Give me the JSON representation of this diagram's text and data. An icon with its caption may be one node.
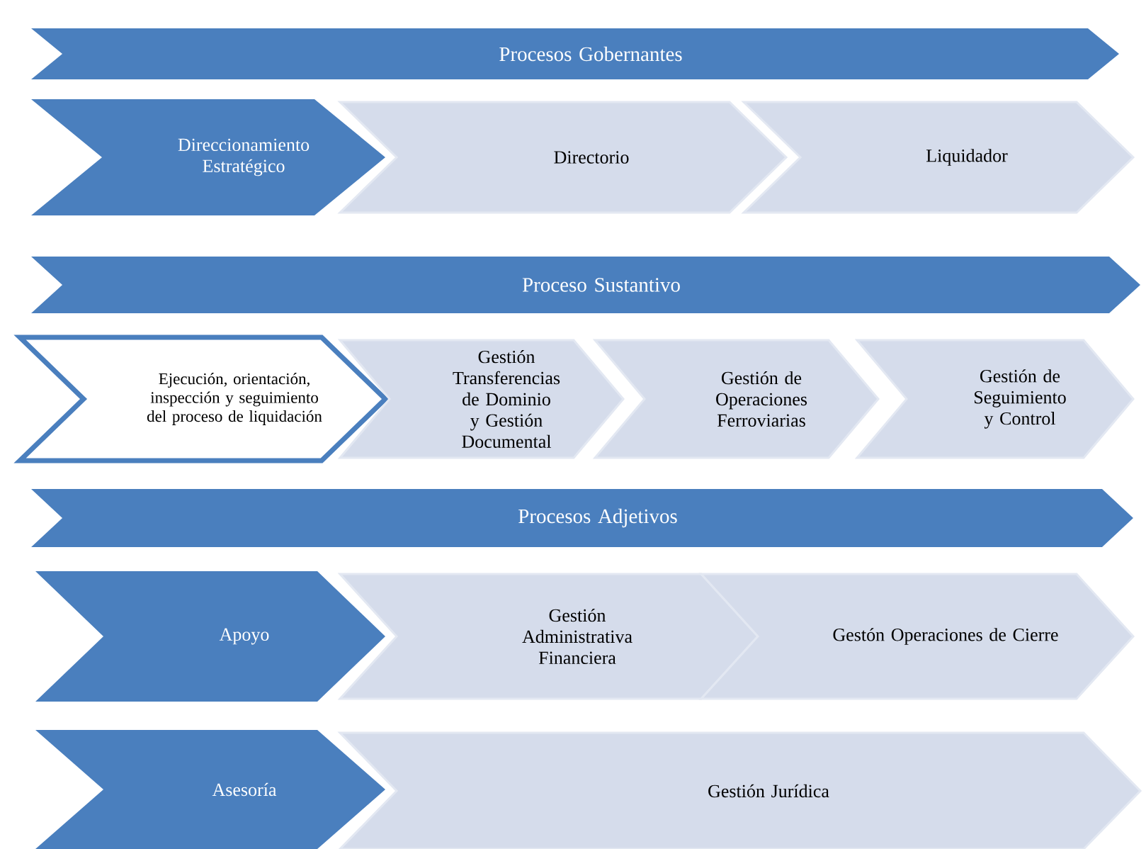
{
  "diagram": {
    "nodes": [
      {
        "text": [
          "Procesos Gobernantes"
        ]
      },
      {
        "text": [
          "Direccionamiento Estratégico"
        ]
      },
      {
        "text": [
          "Directorio"
        ]
      },
      {
        "text": [
          "Liquidador"
        ]
      },
      {
        "text": [
          "Proceso Sustantivo"
        ]
      },
      {
        "text": [
          "Ejecución, orientación, inspección y seguimiento del proceso de liquidación"
        ]
      },
      {
        "text": [
          "Gestión Transferencias de Dominio y Gestión Documental"
        ]
      },
      {
        "text": [
          "Gestión de Operaciones Ferroviarias"
        ]
      },
      {
        "text": [
          "Gestión de Seguimiento y Control"
        ]
      },
      {
        "text": [
          "Procesos Adjetivos"
        ]
      },
      {
        "text": [
          "Apoyo"
        ]
      },
      {
        "text": [
          "Gestión Administrativa Financiera"
        ]
      },
      {
        "text": [
          "Gestón Operaciones de Cierre"
        ]
      },
      {
        "text": [
          "Asesoría"
        ]
      },
      {
        "text": [
          "Gestión Jurídica"
        ]
      }
    ]
  }
}
